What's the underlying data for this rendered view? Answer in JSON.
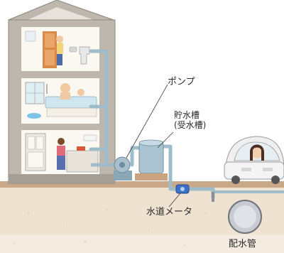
{
  "labels": {
    "pump": "ポンプ",
    "tank_line1": "貯水槽",
    "tank_line2": "(受水槽)",
    "water_meter": "水道メータ",
    "water_main": "配水管"
  }
}
